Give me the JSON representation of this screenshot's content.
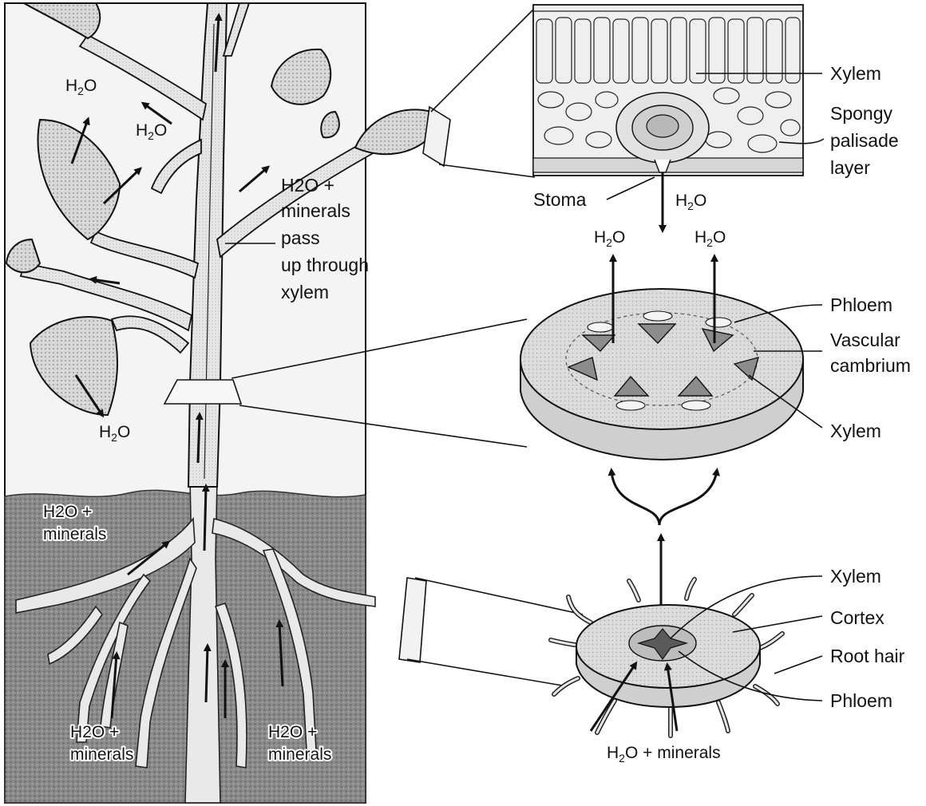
{
  "plant": {
    "leaf_labels": [
      {
        "main": "H",
        "sub": "2",
        "tail": "O"
      },
      {
        "main": "H",
        "sub": "2",
        "tail": "O"
      },
      {
        "main": "H",
        "sub": "2",
        "tail": "O"
      }
    ],
    "stem_label": [
      "H2O +",
      "minerals",
      "pass",
      "up through",
      "xylem"
    ],
    "soil_labels": [
      {
        "line1": "H2O +",
        "line2": "minerals"
      },
      {
        "line1": "H2O +",
        "line2": "minerals"
      },
      {
        "line1": "H2O +",
        "line2": "minerals"
      }
    ]
  },
  "leaf_section": {
    "xylem": "Xylem",
    "spongy": [
      "Spongy",
      "palisade",
      "layer"
    ],
    "stoma": "Stoma",
    "h2o": "H2O"
  },
  "stem_section": {
    "h2o_left": "H2O",
    "h2o_right": "H2O",
    "phloem": "Phloem",
    "vascular": [
      "Vascular",
      "cambrium"
    ],
    "xylem": "Xylem"
  },
  "root_section": {
    "xylem": "Xylem",
    "cortex": "Cortex",
    "root_hair": "Root hair",
    "phloem": "Phloem",
    "bottom": "H2O + minerals"
  }
}
